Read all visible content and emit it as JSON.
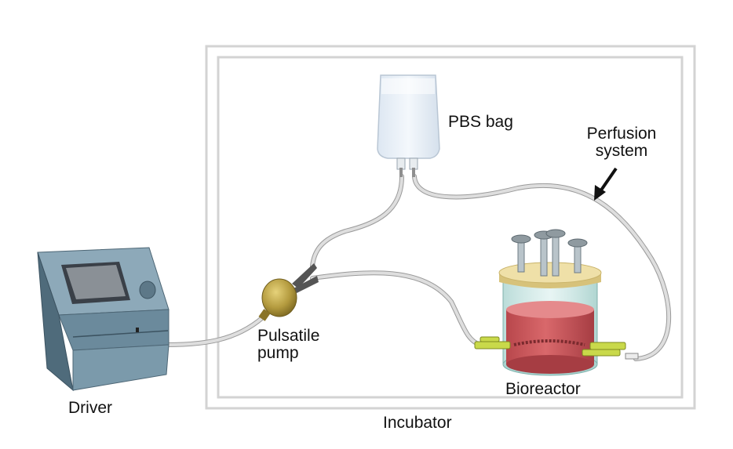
{
  "labels": {
    "pbs_bag": "PBS bag",
    "perfusion_line1": "Perfusion",
    "perfusion_line2": "system",
    "pump_line1": "Pulsatile",
    "pump_line2": "pump",
    "bioreactor": "Bioreactor",
    "driver": "Driver",
    "incubator": "Incubator"
  },
  "colors": {
    "incubator_border": "#d3d3d3",
    "tubing": "#c8c8c8",
    "driver_body": "#6b8a9c",
    "driver_screen": "#8a9096",
    "pump_bulb": "#b39a3e",
    "bioreactor_lid": "#efe0a8",
    "bioreactor_glass": "#b9ddd9",
    "bioreactor_fluid": "#c8565a",
    "connector": "#c9d94a",
    "arrow": "#111111"
  },
  "icons": [
    "driver-device",
    "pbs-bag",
    "pulsatile-pump-bulb",
    "bioreactor-vessel",
    "perfusion-arrow"
  ]
}
